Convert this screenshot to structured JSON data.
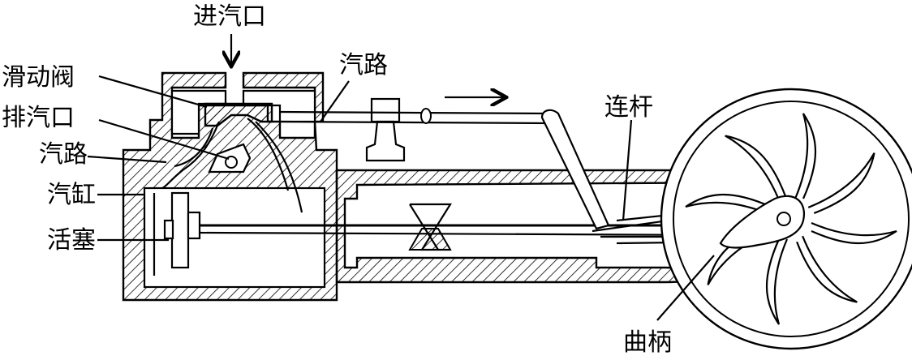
{
  "labels": {
    "steam_inlet": "进汽口",
    "slide_valve": "滑动阀",
    "exhaust_port": "排汽口",
    "steam_passage_left": "汽路",
    "cylinder": "汽缸",
    "piston": "活塞",
    "steam_passage_top": "汽路",
    "connecting_rod": "连杆",
    "crank": "曲柄"
  }
}
